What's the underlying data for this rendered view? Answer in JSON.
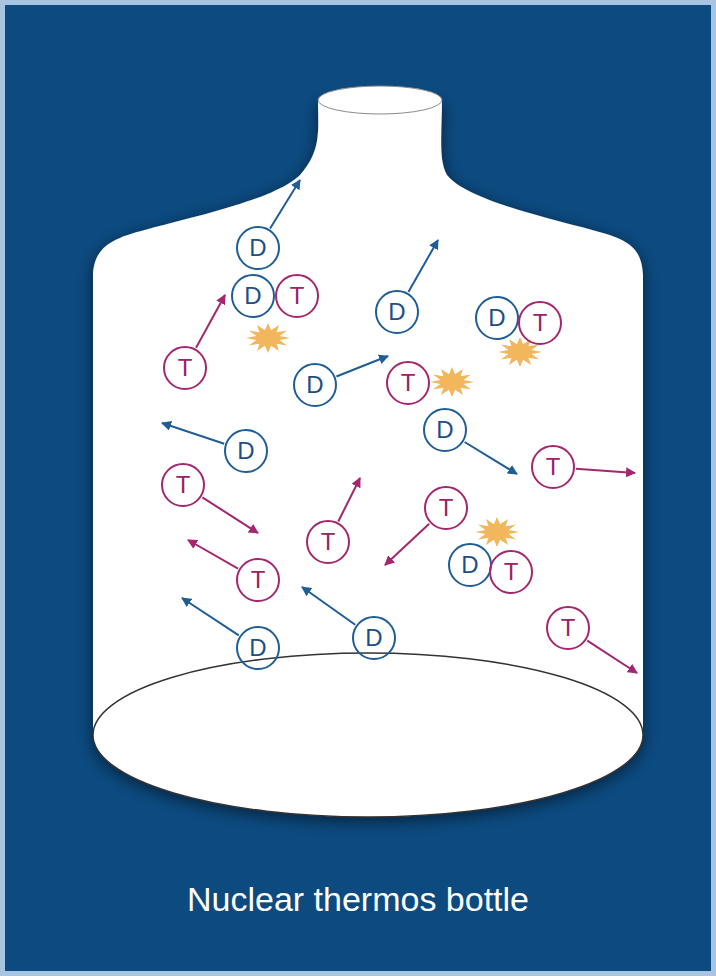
{
  "diagram": {
    "caption": "Nuclear thermos bottle",
    "nodes": [
      {
        "text": [
          "D"
        ]
      },
      {
        "text": [
          "D"
        ]
      },
      {
        "text": [
          "T"
        ]
      },
      {
        "text": [
          "D"
        ]
      },
      {
        "text": [
          "D"
        ]
      },
      {
        "text": [
          "T"
        ]
      },
      {
        "text": [
          "T"
        ]
      },
      {
        "text": [
          "T"
        ]
      },
      {
        "text": [
          "D"
        ]
      },
      {
        "text": [
          "D"
        ]
      },
      {
        "text": [
          "D"
        ]
      },
      {
        "text": [
          "T"
        ]
      },
      {
        "text": [
          "T"
        ]
      },
      {
        "text": [
          "T"
        ]
      },
      {
        "text": [
          "T"
        ]
      },
      {
        "text": [
          "D"
        ]
      },
      {
        "text": [
          "T"
        ]
      },
      {
        "text": [
          "T"
        ]
      },
      {
        "text": [
          "T"
        ]
      },
      {
        "text": [
          "D"
        ]
      },
      {
        "text": [
          "D"
        ]
      }
    ]
  }
}
